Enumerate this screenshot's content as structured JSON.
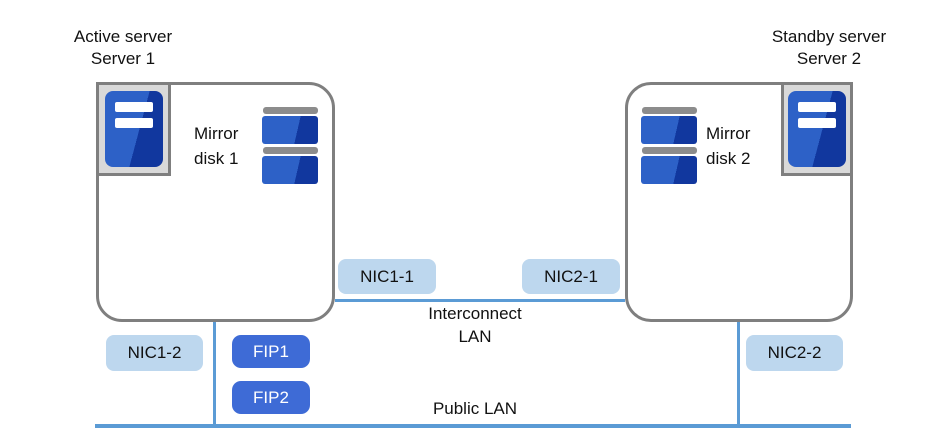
{
  "colors": {
    "line_blue": "#5b9bd5",
    "box_border_gray": "#7f7f7f",
    "nic_badge_bg": "#bdd7ee",
    "fip_badge_bg": "#3e6bd6",
    "server_blue_light": "#2d61c7",
    "server_blue_dark": "#11379e",
    "chassis_gray": "#d9d9d9",
    "disk_cap_gray": "#8c8c8c",
    "text_black": "#111111"
  },
  "servers": [
    {
      "role_label": "Active server",
      "name_label": "Server 1",
      "mirror_disk_line1": "Mirror",
      "mirror_disk_line2": "disk 1"
    },
    {
      "role_label": "Standby server",
      "name_label": "Server 2",
      "mirror_disk_line1": "Mirror",
      "mirror_disk_line2": "disk 2"
    }
  ],
  "nics": {
    "nic1_1": "NIC1-1",
    "nic2_1": "NIC2-1",
    "nic1_2": "NIC1-2",
    "nic2_2": "NIC2-2"
  },
  "fips": {
    "fip1": "FIP1",
    "fip2": "FIP2"
  },
  "networks": {
    "interconnect_line1": "Interconnect",
    "interconnect_line2": "LAN",
    "public_lan": "Public LAN"
  }
}
